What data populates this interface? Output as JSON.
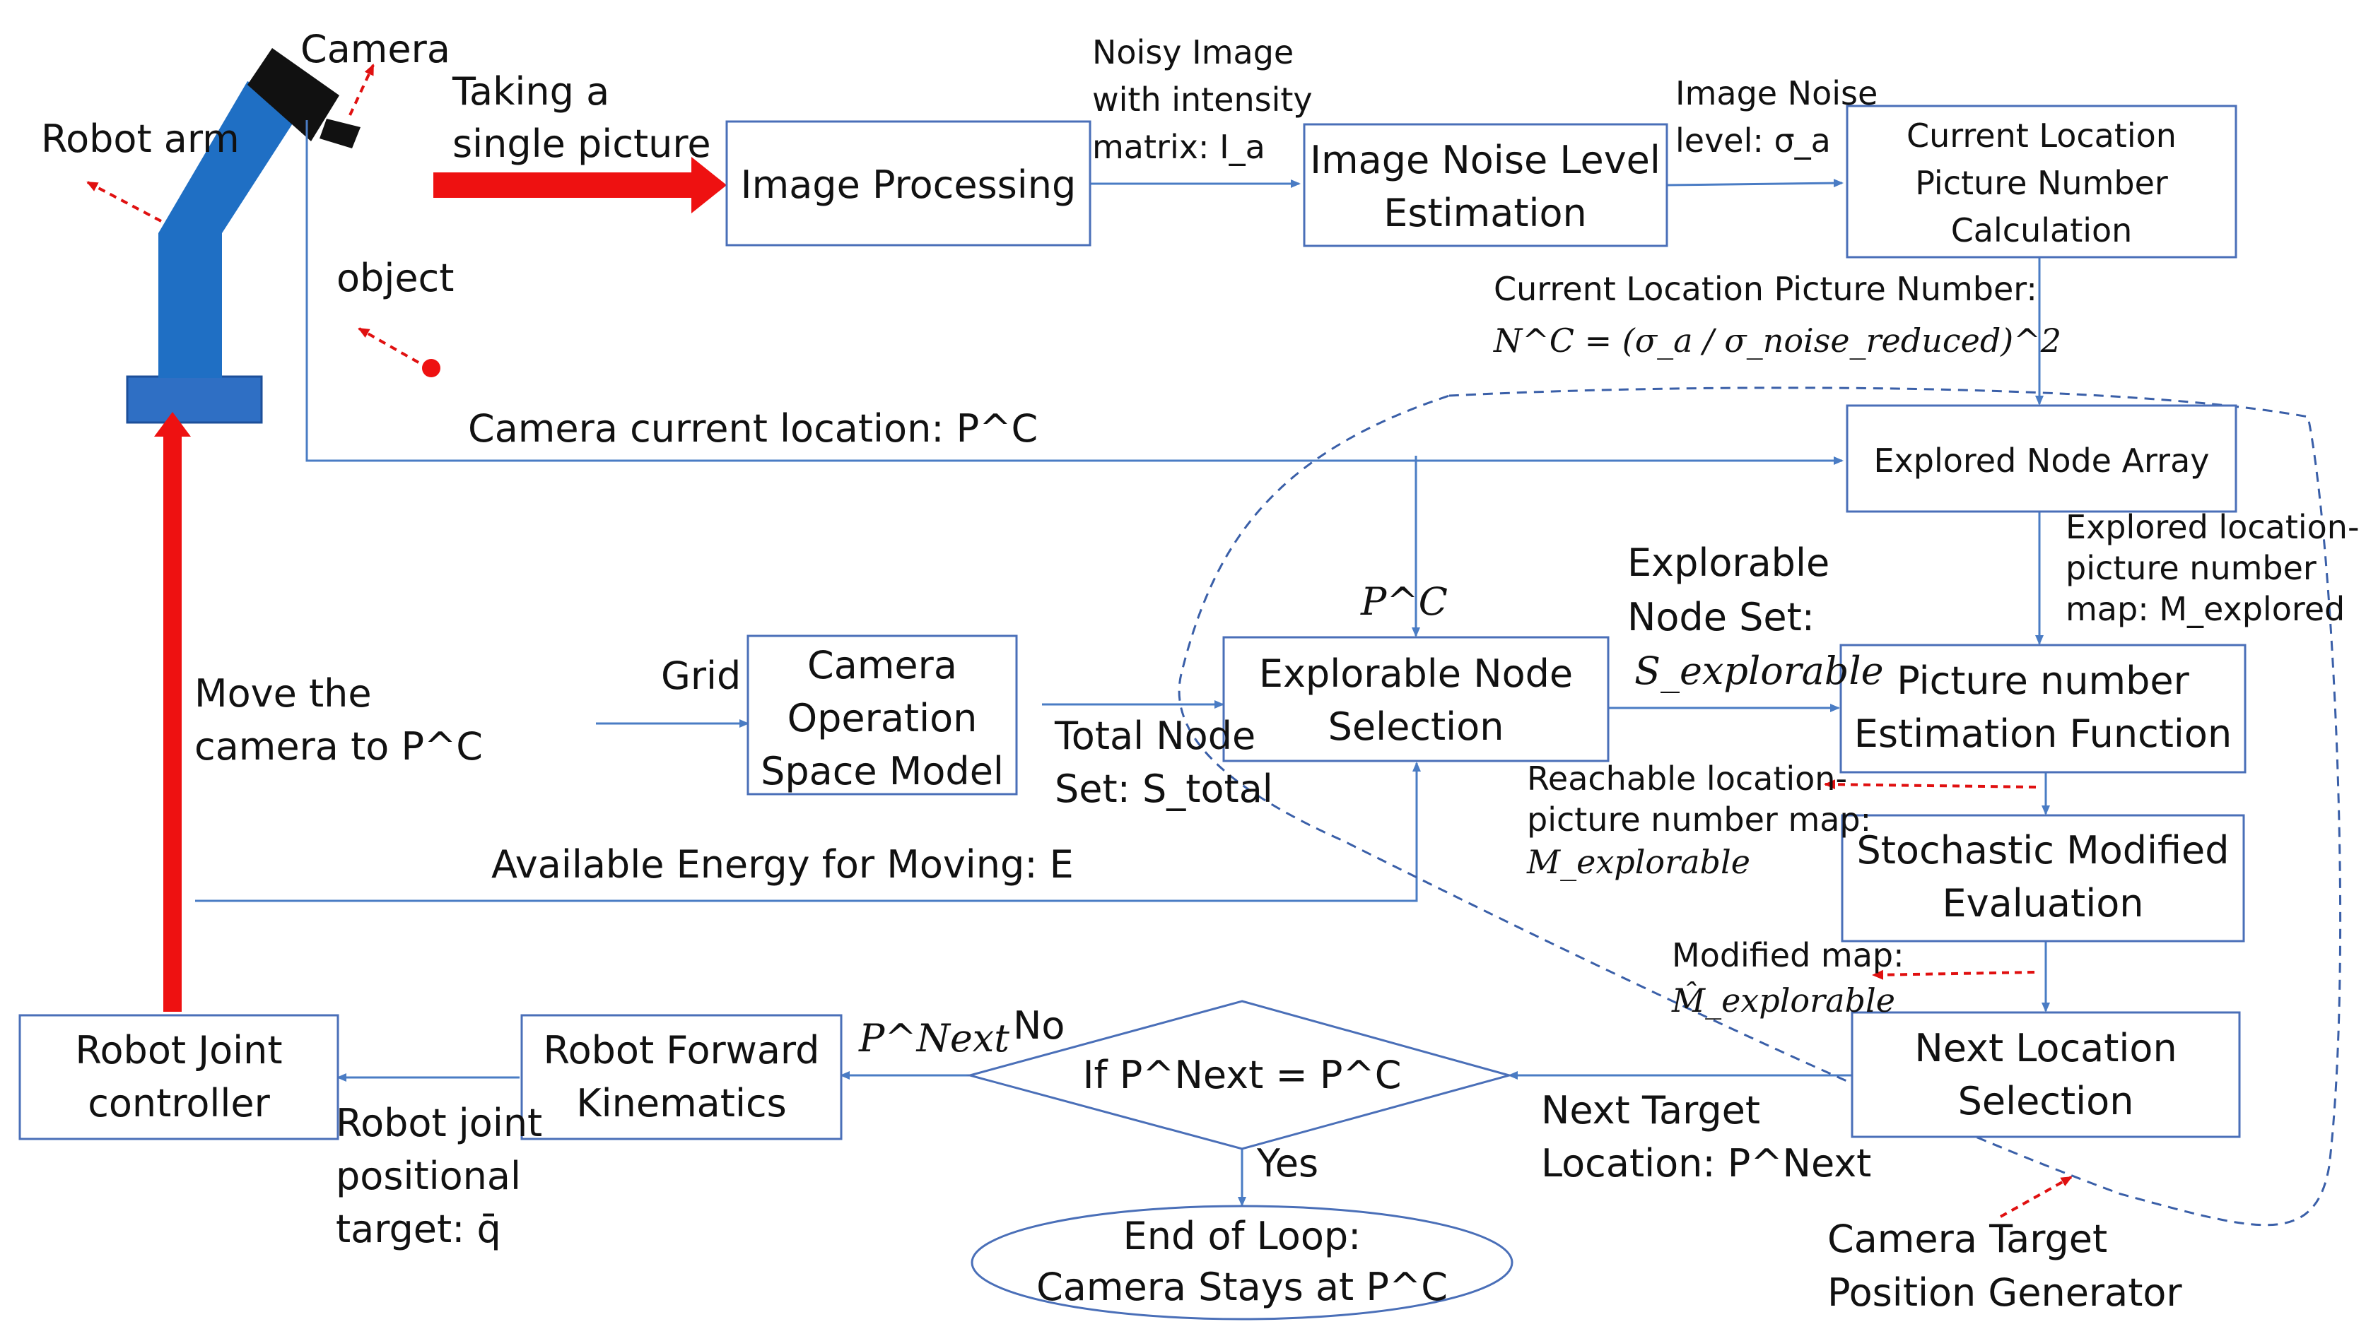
{
  "robot": {
    "arm_label": "Robot arm",
    "camera_label": "Camera",
    "object_label": "object"
  },
  "boxes": {
    "image_processing": "Image Processing",
    "noise_level_est": [
      "Image Noise Level",
      "Estimation"
    ],
    "current_pic_calc": [
      "Current Location",
      "Picture Number",
      "Calculation"
    ],
    "explored_node_array": "Explored Node Array",
    "explorable_node_sel": [
      "Explorable Node",
      "Selection"
    ],
    "camera_op_space": [
      "Camera",
      "Operation",
      "Space Model"
    ],
    "pic_num_est_fn": [
      "Picture number",
      "Estimation Function"
    ],
    "stochastic_eval": [
      "Stochastic Modified",
      "Evaluation"
    ],
    "next_loc_sel": [
      "Next Location",
      "Selection"
    ],
    "robot_joint_ctrl": [
      "Robot Joint",
      "controller"
    ],
    "robot_fwd_kin": [
      "Robot Forward",
      "Kinematics"
    ],
    "decision": "If P^Next = P^C",
    "end_loop": [
      "End of Loop:",
      "Camera Stays at P^C"
    ]
  },
  "labels": {
    "taking_picture": [
      "Taking a",
      "single picture"
    ],
    "noisy_image": [
      "Noisy Image",
      "with intensity",
      "matrix: I_a"
    ],
    "image_noise_level": [
      "Image Noise",
      "level: σ_a"
    ],
    "current_pic_number": "Current Location Picture Number:",
    "formula": "N^C = (σ_a / σ_noise_reduced)^2",
    "camera_current_loc": "Camera current location: P^C",
    "pc_label": "P^C",
    "explorable_node_set": [
      "Explorable",
      "Node Set:",
      "S_explorable"
    ],
    "explored_map": [
      "Explored location-",
      "picture number",
      "map: M_explored"
    ],
    "grid": "Grid",
    "total_node_set": [
      "Total Node",
      "Set: S_total"
    ],
    "move_camera": [
      "Move the",
      "camera to P^C"
    ],
    "available_energy": "Available Energy for Moving: E",
    "reachable_map": [
      "Reachable location-",
      "picture number map:",
      "M_explorable"
    ],
    "modified_map": [
      "Modified map:",
      "M̂_explorable"
    ],
    "p_next": "P^Next",
    "no": "No",
    "yes": "Yes",
    "next_target": [
      "Next Target",
      "Location: P^Next"
    ],
    "robot_joint_target": [
      "Robot joint",
      "positional",
      "target: q̄"
    ],
    "camera_target_gen": [
      "Camera Target",
      "Position Generator"
    ]
  },
  "colors": {
    "arm": "#1f6fc4",
    "arm_base": "#2f6fc4",
    "camera": "#111111",
    "big_arrow": "#ee1111",
    "flow_line": "#4a7cc4",
    "box_stroke": "#4a6fb8",
    "dashed_loop": "#3a5fa8"
  }
}
